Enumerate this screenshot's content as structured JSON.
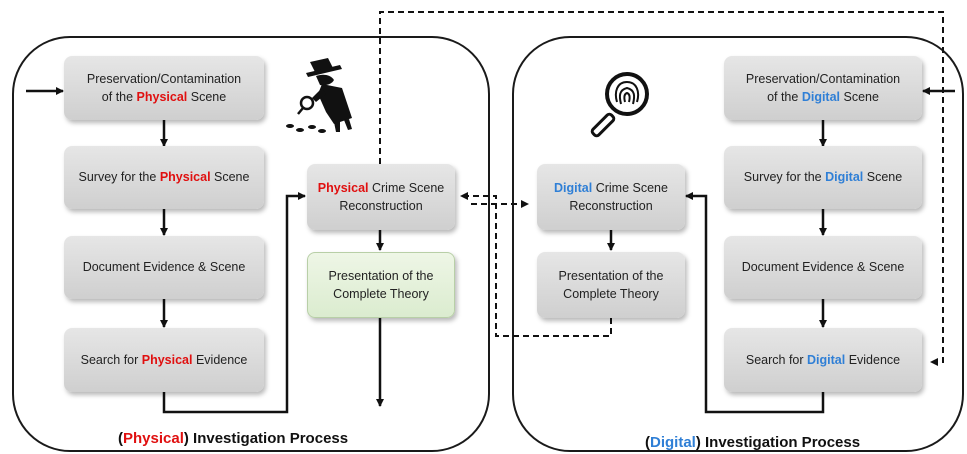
{
  "physical": {
    "steps": {
      "preservation": {
        "pre": "Preservation/Contamination",
        "pre2": "of the ",
        "hl": "Physical",
        "post": " Scene"
      },
      "survey": {
        "pre": "Survey for the ",
        "hl": "Physical",
        "post": " Scene"
      },
      "document": {
        "text": "Document Evidence & Scene"
      },
      "search": {
        "pre": "Search for ",
        "hl": "Physical",
        "post": " Evidence"
      },
      "reconstruction": {
        "hl": "Physical",
        "post": " Crime Scene",
        "line2": "Reconstruction"
      },
      "presentation": {
        "line1": "Presentation of the",
        "line2": "Complete Theory"
      }
    },
    "caption": {
      "open": "(",
      "hl": "Physical",
      "close": ") Investigation Process"
    }
  },
  "digital": {
    "steps": {
      "preservation": {
        "pre": "Preservation/Contamination",
        "pre2": "of the ",
        "hl": "Digital",
        "post": " Scene"
      },
      "survey": {
        "pre": "Survey for the ",
        "hl": "Digital",
        "post": " Scene"
      },
      "document": {
        "text": "Document Evidence & Scene"
      },
      "search": {
        "pre": "Search for ",
        "hl": "Digital",
        "post": " Evidence"
      },
      "reconstruction": {
        "hl": "Digital",
        "post": " Crime Scene",
        "line2": "Reconstruction"
      },
      "presentation": {
        "line1": "Presentation of the",
        "line2": "Complete Theory"
      }
    },
    "caption": {
      "open": "(",
      "hl": "Digital",
      "close": ") Investigation Process"
    }
  },
  "colors": {
    "physical_highlight": "#e01010",
    "digital_highlight": "#2f7fd6",
    "box_fill": "#d9d9d9",
    "presentation_fill": "#e2f0d9"
  },
  "icons": {
    "physical": "detective-icon",
    "digital": "fingerprint-magnifier-icon"
  }
}
